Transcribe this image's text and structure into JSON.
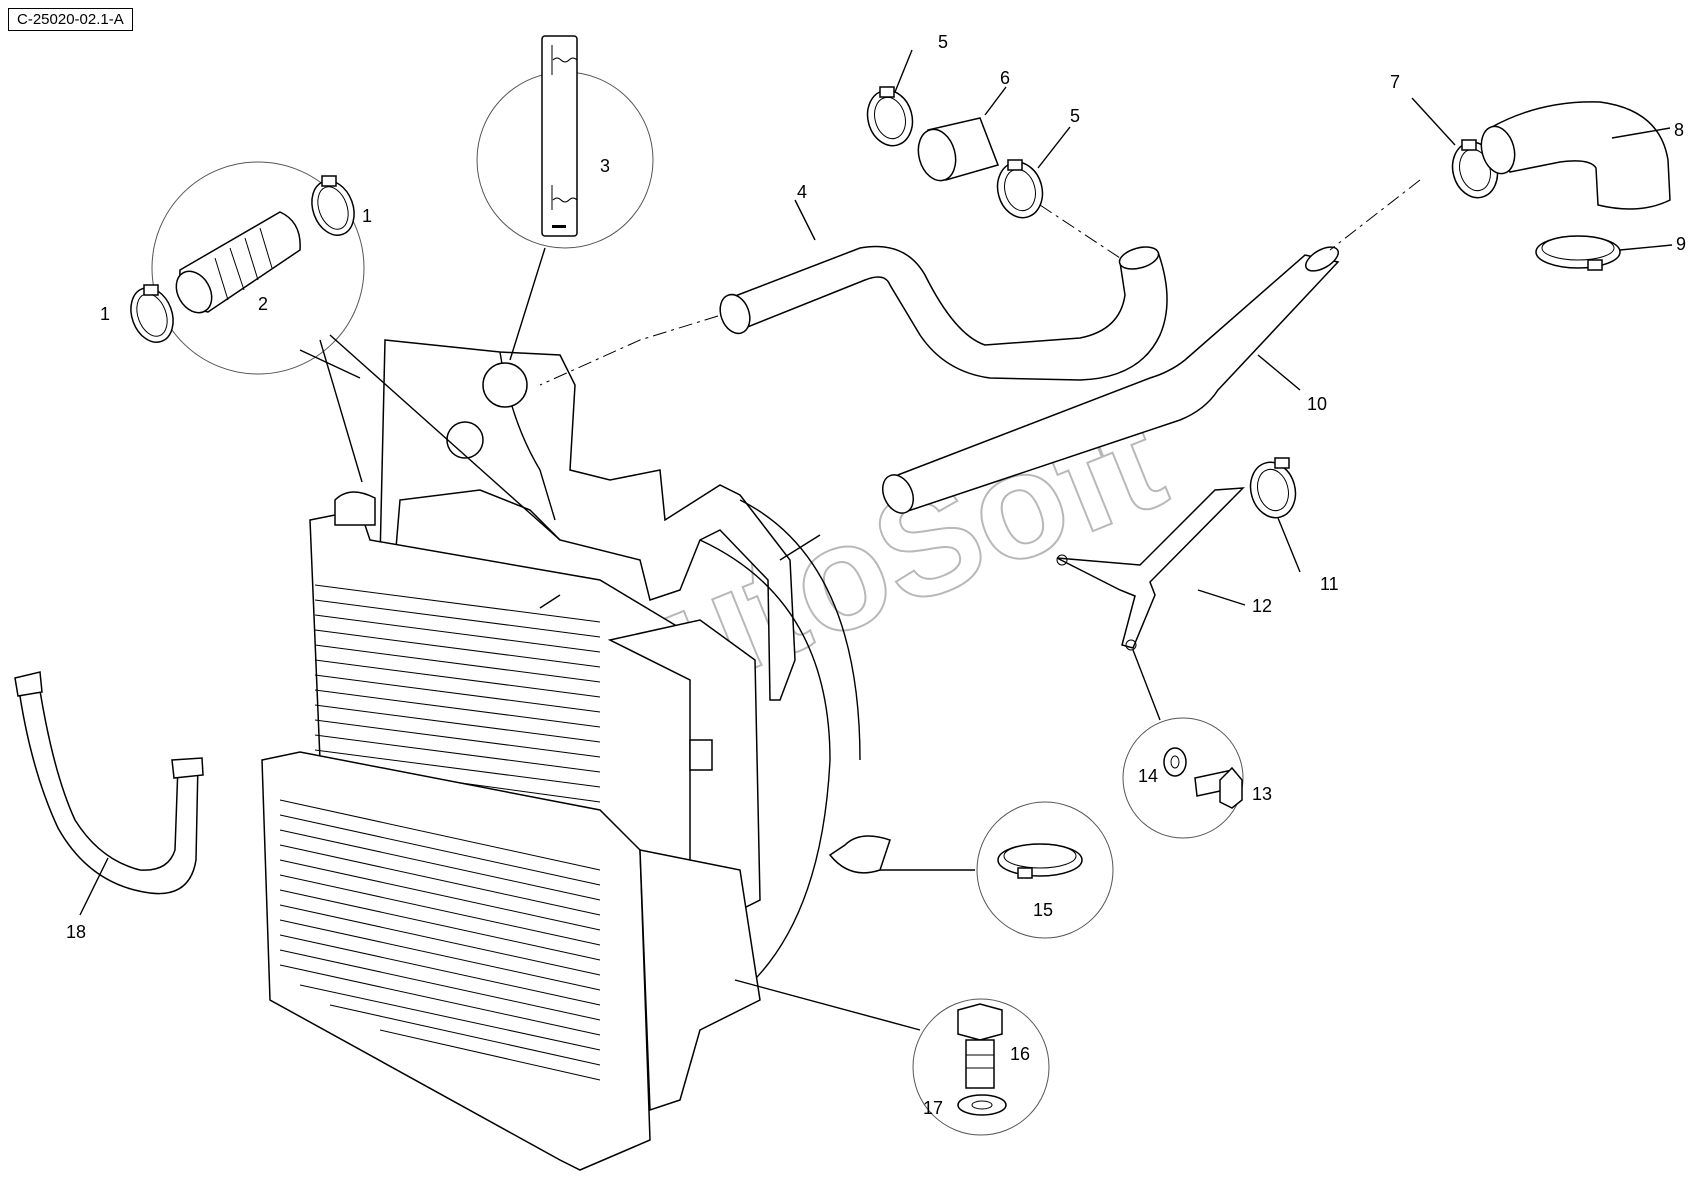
{
  "drawing": {
    "reference_code": "C-25020-02.1-A",
    "watermark": "AutoSoft"
  },
  "callouts": [
    {
      "id": "c1a",
      "label": "1"
    },
    {
      "id": "c1b",
      "label": "1"
    },
    {
      "id": "c2",
      "label": "2"
    },
    {
      "id": "c3",
      "label": "3"
    },
    {
      "id": "c4",
      "label": "4"
    },
    {
      "id": "c5a",
      "label": "5"
    },
    {
      "id": "c5b",
      "label": "5"
    },
    {
      "id": "c6",
      "label": "6"
    },
    {
      "id": "c7",
      "label": "7"
    },
    {
      "id": "c8",
      "label": "8"
    },
    {
      "id": "c9",
      "label": "9"
    },
    {
      "id": "c10",
      "label": "10"
    },
    {
      "id": "c11",
      "label": "11"
    },
    {
      "id": "c12",
      "label": "12"
    },
    {
      "id": "c13",
      "label": "13"
    },
    {
      "id": "c14",
      "label": "14"
    },
    {
      "id": "c15",
      "label": "15"
    },
    {
      "id": "c16",
      "label": "16"
    },
    {
      "id": "c17",
      "label": "17"
    },
    {
      "id": "c18",
      "label": "18"
    }
  ]
}
